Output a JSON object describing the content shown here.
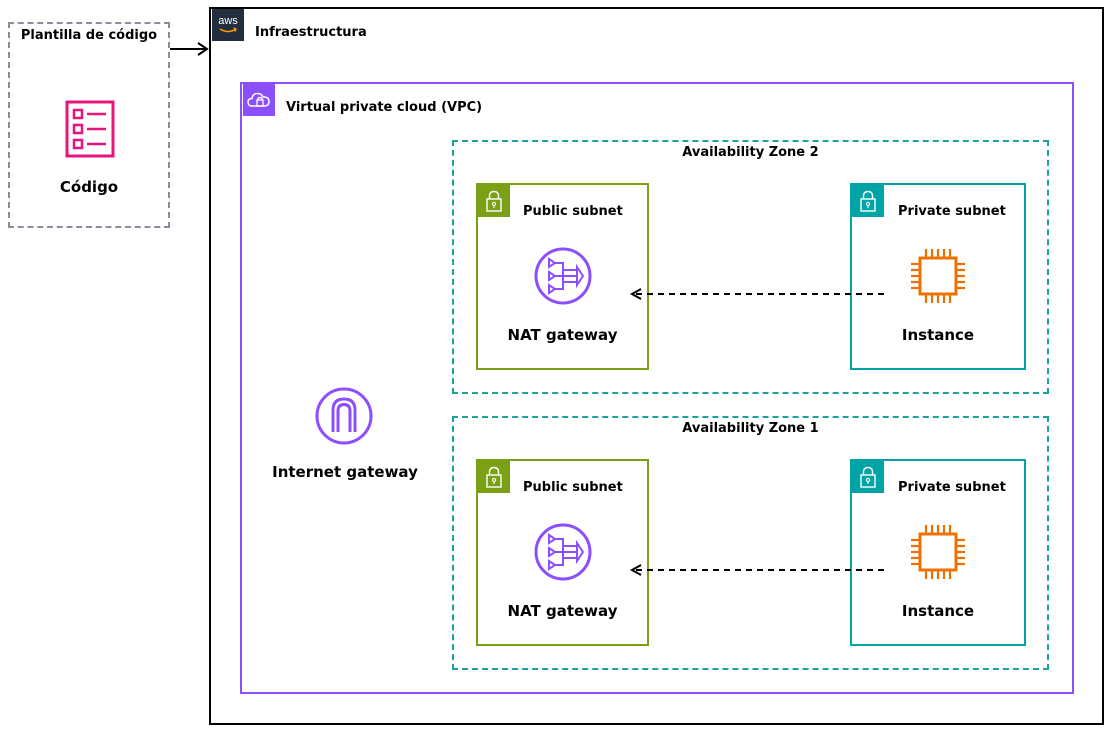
{
  "template": {
    "title": "Plantilla de código",
    "label": "Código"
  },
  "infra": {
    "title": "Infraestructura",
    "logo_text": "aws"
  },
  "vpc": {
    "title": "Virtual private cloud (VPC)"
  },
  "internet_gateway": {
    "label": "Internet gateway"
  },
  "zones": [
    {
      "title": "Availability Zone 2",
      "public_subnet": {
        "title": "Public subnet",
        "service": "NAT gateway"
      },
      "private_subnet": {
        "title": "Private subnet",
        "service": "Instance"
      }
    },
    {
      "title": "Availability Zone 1",
      "public_subnet": {
        "title": "Public subnet",
        "service": "NAT gateway"
      },
      "private_subnet": {
        "title": "Private subnet",
        "service": "Instance"
      }
    }
  ],
  "colors": {
    "template_icon": "#e7157b",
    "vpc": "#8c4fff",
    "public_subnet": "#7aa116",
    "private_subnet": "#00a4a6",
    "instance": "#ed7100",
    "aws_logo": "#232f3e"
  },
  "icons": {
    "template": "template-list-icon",
    "aws": "aws-logo-icon",
    "vpc": "vpc-cloud-icon",
    "internet_gateway": "internet-gateway-icon",
    "nat_gateway": "nat-gateway-icon",
    "instance": "ec2-instance-icon",
    "subnet_lock": "lock-icon"
  }
}
